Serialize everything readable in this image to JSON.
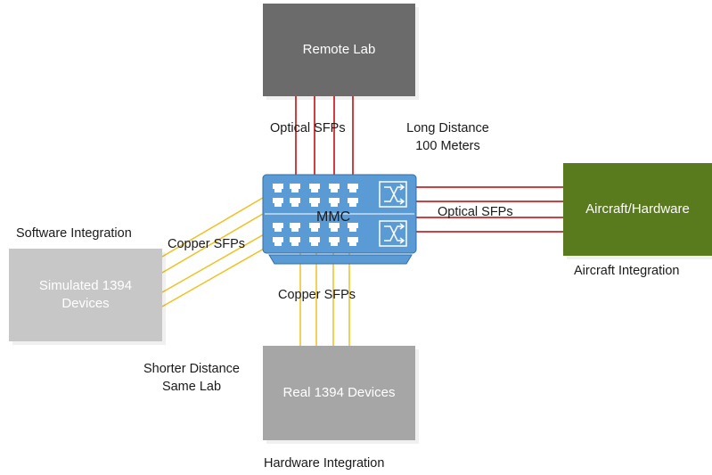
{
  "nodes": {
    "remote_lab": "Remote Lab",
    "mmc": "MMC",
    "aircraft_hardware": "Aircraft/Hardware",
    "simulated_devices": "Simulated 1394\nDevices",
    "real_devices": "Real 1394 Devices"
  },
  "labels": {
    "optical_sfps_top": "Optical SFPs",
    "long_distance_line1": "Long Distance",
    "long_distance_line2": "100 Meters",
    "optical_sfps_right": "Optical SFPs",
    "software_integration": "Software Integration",
    "copper_sfps_left": "Copper SFPs",
    "copper_sfps_bottom": "Copper SFPs",
    "aircraft_integration": "Aircraft Integration",
    "shorter_distance_line1": "Shorter Distance",
    "shorter_distance_line2": "Same Lab",
    "hardware_integration": "Hardware Integration"
  },
  "colors": {
    "remote_lab": "#6b6b6b",
    "real_devices": "#a6a6a6",
    "simulated_devices": "#c7c7c7",
    "aircraft": "#5a7a1e",
    "switch_body": "#5b9bd5",
    "switch_border": "#2f6ea8",
    "optical_link": "#c00000",
    "copper_link": "#f0c020"
  },
  "icons": {
    "port": "rj45-port-icon",
    "crossover": "crossover-arrows-icon"
  }
}
